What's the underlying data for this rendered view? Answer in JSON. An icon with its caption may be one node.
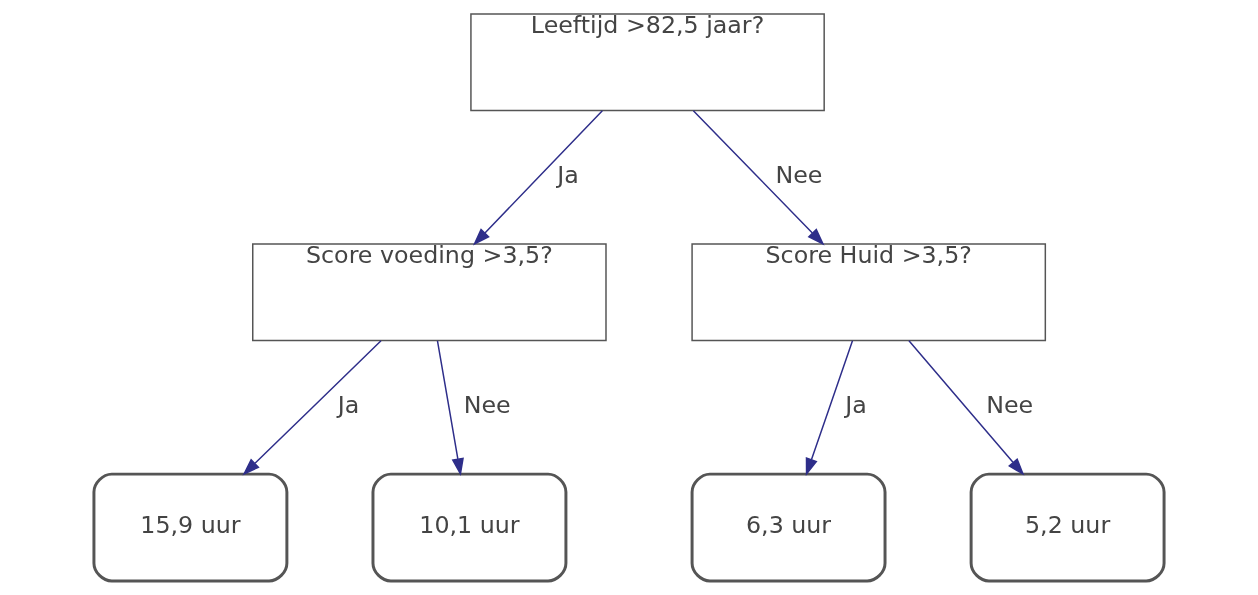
{
  "diagram": {
    "nodes": [
      {
        "text": [
          "Leeftijd >82,5 jaar?"
        ]
      },
      {
        "text": [
          "Score voeding >3,5?"
        ]
      },
      {
        "text": [
          "Score Huid >3,5?"
        ]
      },
      {
        "text": [
          "15,9 uur"
        ]
      },
      {
        "text": [
          "10,1 uur"
        ]
      },
      {
        "text": [
          "6,3 uur"
        ]
      },
      {
        "text": [
          "5,2 uur"
        ]
      }
    ],
    "edges": [
      {
        "from": 0,
        "to": 1,
        "arrow": "to",
        "label": "Ja"
      },
      {
        "from": 0,
        "to": 2,
        "arrow": "to",
        "label": "Nee"
      },
      {
        "from": 1,
        "to": 3,
        "arrow": "to",
        "label": "Ja"
      },
      {
        "from": 1,
        "to": 4,
        "arrow": "to",
        "label": "Nee"
      },
      {
        "from": 2,
        "to": 5,
        "arrow": "to",
        "label": "Ja"
      },
      {
        "from": 2,
        "to": 6,
        "arrow": "to",
        "label": "Nee"
      }
    ]
  }
}
